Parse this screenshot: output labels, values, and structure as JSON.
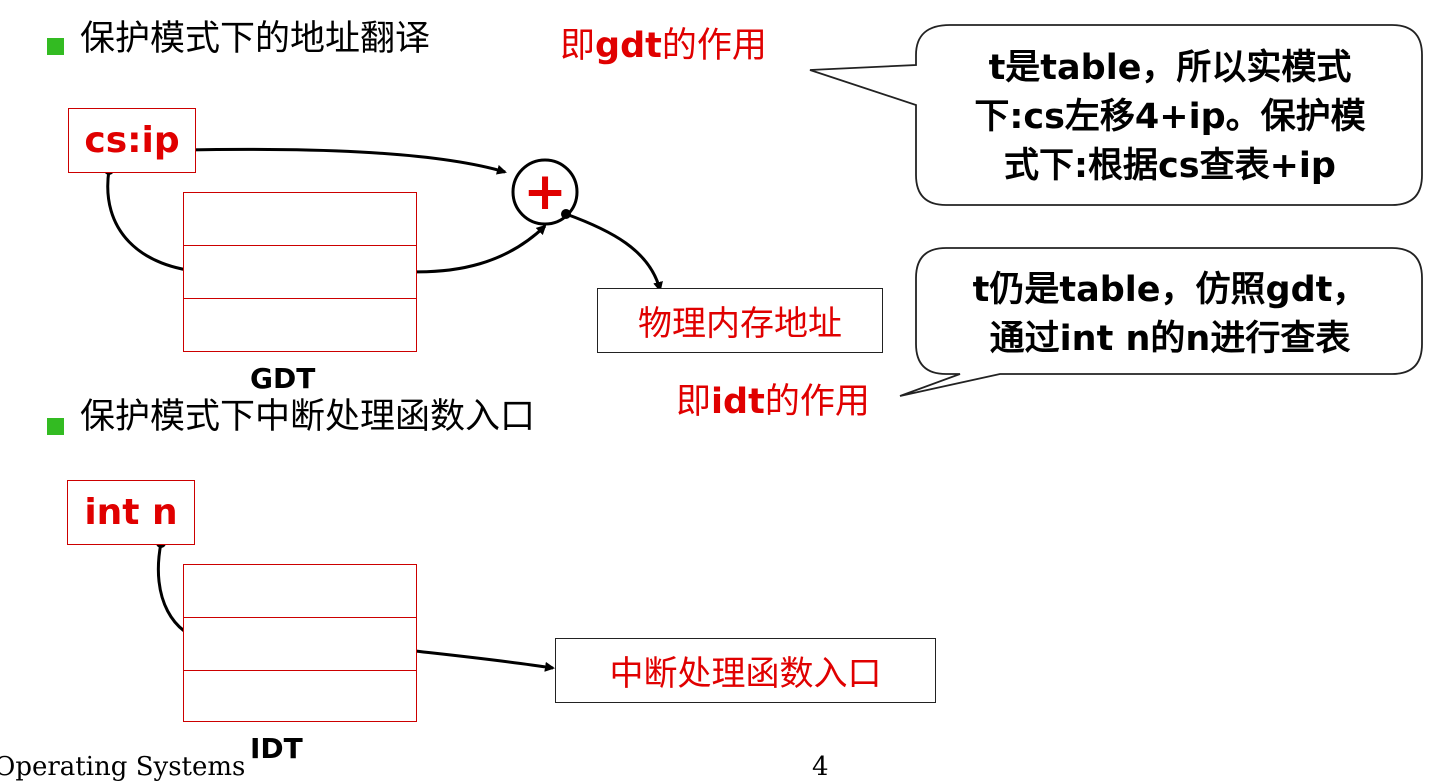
{
  "section1": {
    "heading": "保护模式下的地址翻译",
    "note_prefix": "即",
    "note_term": "gdt",
    "note_suffix": "的作用",
    "source_label": "cs:ip",
    "table_label": "GDT",
    "plus_symbol": "+",
    "result_label": "物理内存地址"
  },
  "callout1": {
    "lines": [
      "t是table，所以实模式",
      "下:cs左移4+ip。保护模",
      "式下:根据cs查表+ip"
    ]
  },
  "callout2": {
    "lines": [
      "t仍是table，仿照gdt，",
      "通过int n的n进行查表"
    ]
  },
  "section2": {
    "heading": "保护模式下中断处理函数入口",
    "note_prefix": "即",
    "note_term": "idt",
    "note_suffix": "的作用",
    "source_label": "int n",
    "table_label": "IDT",
    "result_label": "中断处理函数入口"
  },
  "footer": {
    "left": "Operating Systems",
    "page": "4"
  },
  "colors": {
    "accent_red": "#e00000",
    "bullet_green": "#33bb22"
  }
}
